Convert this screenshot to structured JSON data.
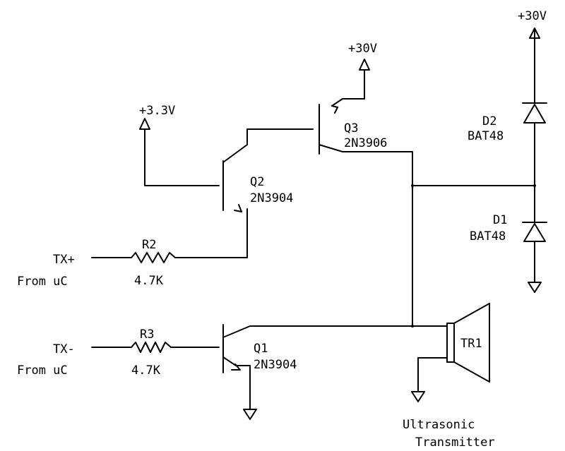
{
  "rails": {
    "v30_right": "+30V",
    "v30_q3": "+30V",
    "v33": "+3.3V"
  },
  "transistors": {
    "q1": {
      "ref": "Q1",
      "part": "2N3904"
    },
    "q2": {
      "ref": "Q2",
      "part": "2N3904"
    },
    "q3": {
      "ref": "Q3",
      "part": "2N3906"
    }
  },
  "resistors": {
    "r2": {
      "ref": "R2",
      "value": "4.7K"
    },
    "r3": {
      "ref": "R3",
      "value": "4.7K"
    }
  },
  "diodes": {
    "d1": {
      "ref": "D1",
      "part": "BAT48"
    },
    "d2": {
      "ref": "D2",
      "part": "BAT48"
    }
  },
  "inputs": {
    "tx_plus": {
      "name": "TX+",
      "source": "From uC"
    },
    "tx_minus": {
      "name": "TX-",
      "source": "From uC"
    }
  },
  "transmitter": {
    "ref": "TR1",
    "caption_line1": "Ultrasonic",
    "caption_line2": "Transmitter"
  }
}
